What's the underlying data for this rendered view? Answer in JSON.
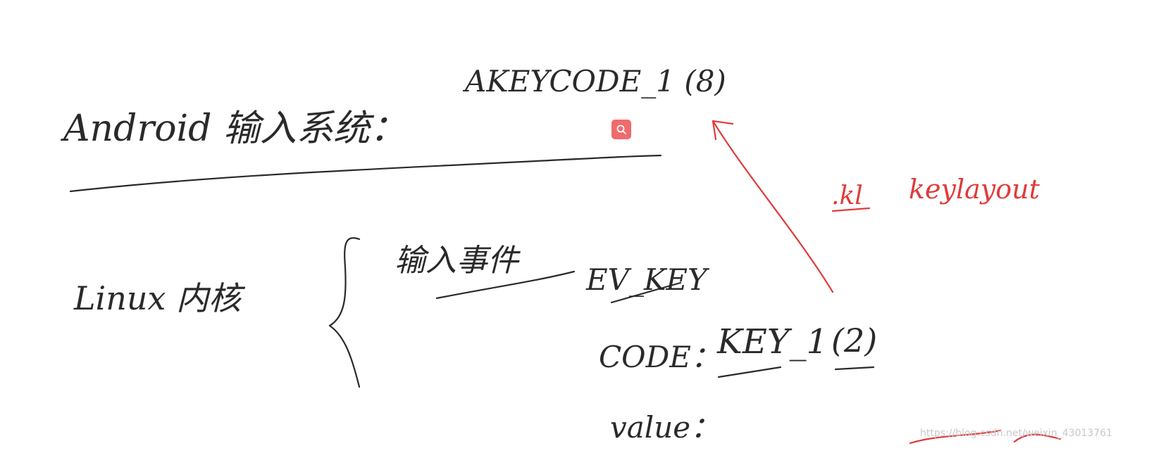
{
  "note": {
    "android_label": "Android 输入系统：",
    "android_keycode": "AKEYCODE_1 (8)",
    "kl_ext": ".kl",
    "kl_name": "keylayout",
    "linux_label": "Linux 内核",
    "input_event": "输入事件",
    "ev_type": "EV_KEY",
    "code_label": "CODE：",
    "code_key": "KEY_1",
    "code_num": "(2)",
    "value_label": "value："
  },
  "watermark": "https://blog.csdn.net/weixin_43013761",
  "icons": {
    "search": "search-icon"
  },
  "colors": {
    "ink": "#2a2a2a",
    "red": "#e03a3a",
    "search_bg": "#f06b6b"
  }
}
